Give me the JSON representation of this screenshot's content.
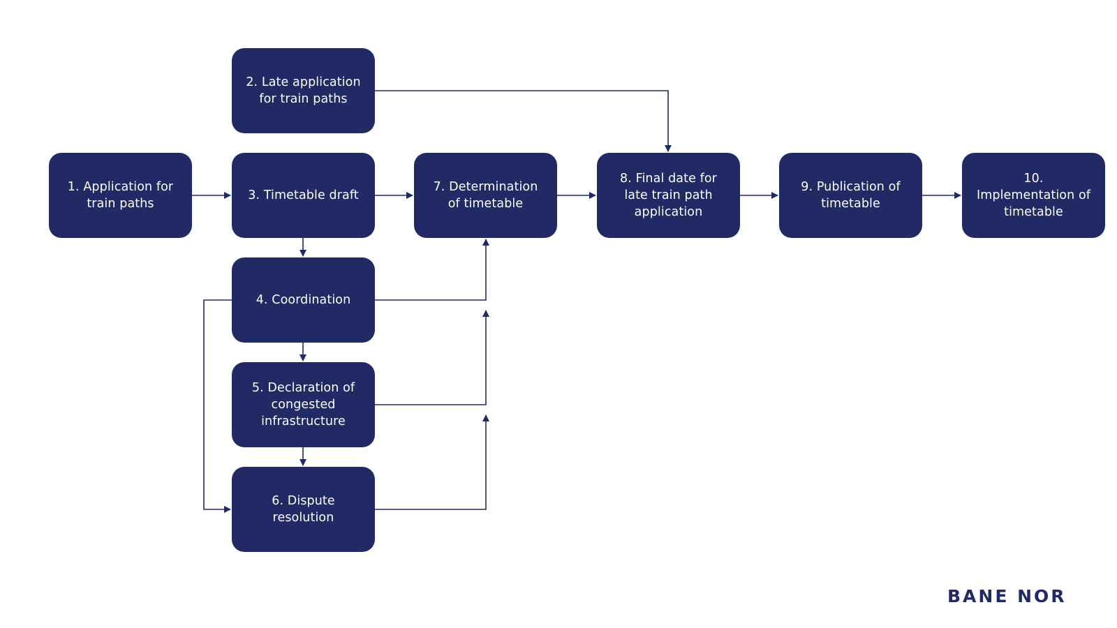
{
  "colors": {
    "node_fill": "#212a64",
    "node_text": "#ffffff",
    "connector": "#212a64",
    "background": "#ffffff"
  },
  "nodes": [
    {
      "id": "n1",
      "label": "1. Application for\ntrain paths"
    },
    {
      "id": "n2",
      "label": "2. Late application\nfor train paths"
    },
    {
      "id": "n3",
      "label": "3. Timetable draft"
    },
    {
      "id": "n4",
      "label": "4. Coordination"
    },
    {
      "id": "n5",
      "label": "5. Declaration of\ncongested\ninfrastructure"
    },
    {
      "id": "n6",
      "label": "6. Dispute\nresolution"
    },
    {
      "id": "n7",
      "label": "7. Determination\nof timetable"
    },
    {
      "id": "n8",
      "label": "8. Final date for\nlate train path\napplication"
    },
    {
      "id": "n9",
      "label": "9. Publication of\ntimetable"
    },
    {
      "id": "n10",
      "label": "10.\nImplementation of\ntimetable"
    }
  ],
  "edges": [
    {
      "from": "n1",
      "to": "n3"
    },
    {
      "from": "n3",
      "to": "n7"
    },
    {
      "from": "n7",
      "to": "n8"
    },
    {
      "from": "n8",
      "to": "n9"
    },
    {
      "from": "n9",
      "to": "n10"
    },
    {
      "from": "n2",
      "to": "n8"
    },
    {
      "from": "n3",
      "to": "n4"
    },
    {
      "from": "n4",
      "to": "n5"
    },
    {
      "from": "n5",
      "to": "n6"
    },
    {
      "from": "n4",
      "to": "n7"
    },
    {
      "from": "n5",
      "to": "n7"
    },
    {
      "from": "n6",
      "to": "n7"
    },
    {
      "from": "n4",
      "to": "n6"
    }
  ],
  "logo": {
    "text": "BANE NOR",
    "brand": "Bane NOR"
  }
}
